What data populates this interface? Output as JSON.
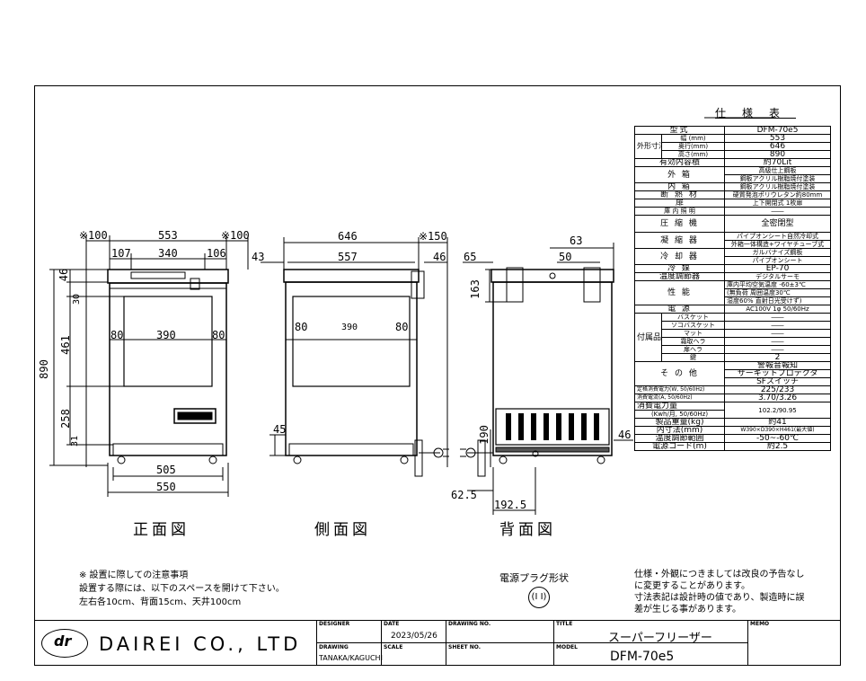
{
  "views": {
    "front_title": "正面図",
    "side_title": "側面図",
    "back_title": "背面図"
  },
  "dims": {
    "front": {
      "clear_left": "※100",
      "width_553": "553",
      "clear_right": "※100",
      "d107": "107",
      "d340": "340",
      "d106": "106",
      "d46": "46",
      "d30": "30",
      "d461": "461",
      "d890": "890",
      "d258": "258",
      "d31": "31",
      "d80a": "80",
      "d390": "390",
      "d80b": "80",
      "d505": "505",
      "d550": "550"
    },
    "side": {
      "d646": "646",
      "clear_back": "※150",
      "d43": "43",
      "d557": "557",
      "d46": "46",
      "d80a": "80",
      "d390": "390",
      "d80b": "80",
      "d45": "45"
    },
    "back": {
      "d63": "63",
      "d65": "65",
      "d50": "50",
      "d163": "163",
      "d190": "190",
      "d46": "46",
      "d62_5": "62.5",
      "d192_5": "192.5"
    }
  },
  "spec": {
    "title": "仕様表",
    "rows": {
      "model_label": "型式",
      "model_value": "DFM-70e5",
      "outer_label": "外形寸法",
      "width_label": "幅 (mm)",
      "width_value": "553",
      "depth_label": "奥行(mm)",
      "depth_value": "646",
      "height_label": "高さ(mm)",
      "height_value": "890",
      "capacity_label": "有効内容積",
      "capacity_value": "約70Lit",
      "outer_box_label": "外 箱",
      "outer_box_v1": "高級仕上鋼板",
      "outer_box_v2": "鋼板アクリル樹脂焼付塗装",
      "inner_box_label": "内 箱",
      "inner_box_value": "鋼板アクリル樹脂焼付塗装",
      "insulation_label": "断 熱 材",
      "insulation_value": "硬質発泡ポリウレタン約80mm",
      "door_label": "扉",
      "door_value": "上下開閉式 1枚扉",
      "lighting_label": "庫 内 照 明",
      "lighting_value": "――",
      "compressor_label": "圧 縮 機",
      "compressor_value": "全密閉型",
      "condenser_label": "凝 縮 器",
      "condenser_v1": "パイプオンシート自然冷却式",
      "condenser_v2": "外箱一体構造+ワイヤチューブ式",
      "cooler_label": "冷 却 器",
      "cooler_v1": "ガルバナイズ鋼板",
      "cooler_v2": "パイプオンシート",
      "refrigerant_label": "冷 媒",
      "refrigerant_value": "EP-70",
      "temp_ctrl_label": "温度調節器",
      "temp_ctrl_value": "デジタルサーモ",
      "performance_label": "性 能",
      "perf_v1": "庫内平均空気温度 -60±3℃",
      "perf_v2": "(無負荷 周囲温度30℃",
      "perf_v3": "湿度60% 直射日光受けず)",
      "power_label": "電 源",
      "power_value": "AC100V 1φ 50/60Hz",
      "accessories_label": "付属品",
      "acc_basket": "バスケット",
      "acc_basket_v": "――",
      "acc_sokobasket": "ソコバスケット",
      "acc_sokobasket_v": "――",
      "acc_mat": "マット",
      "acc_mat_v": "――",
      "acc_frost": "霜取ヘラ",
      "acc_frost_v": "――",
      "acc_door": "扉ヘラ",
      "acc_door_v": "――",
      "acc_key": "鍵",
      "acc_key_v": "2",
      "other_label": "そ の 他",
      "other_v1": "警報音報知",
      "other_v2": "サーキットプロテクタ",
      "other_v3": "SFスイッチ",
      "rated_power_label": "定格消費電力(W, 50/60Hz)",
      "rated_power_value": "225/233",
      "rated_current_label": "消費電流(A, 50/60Hz)",
      "rated_current_value": "3.70/3.26",
      "energy_label_1": "消費電力量",
      "energy_label_2": "(Kwh/月, 50/60Hz)",
      "energy_value": "102.2/90.95",
      "weight_label": "製品重量(kg)",
      "weight_value": "約41",
      "inner_dim_label": "内寸法(mm)",
      "inner_dim_value": "W390×D390×H461(最大値)",
      "temp_range_label": "温度調節範囲",
      "temp_range_value": "-50~-60℃",
      "cord_label": "電源コード(m)",
      "cord_value": "約2.5"
    }
  },
  "notes": {
    "line1": "※ 設置に際しての注意事項",
    "line2": "設置する際には、以下のスペースを開けて下さい。",
    "line3": "左右各10cm、背面15cm、天井100cm"
  },
  "plug": {
    "title": "電源プラグ形状",
    "symbol": "(I I)"
  },
  "remarks": {
    "line1": "仕様・外観につきましては改良の予告なし",
    "line2": "に変更することがあります。",
    "line3": "寸法表記は設計時の値であり、製造時に誤",
    "line4": "差が生じる事があります。"
  },
  "titleblock": {
    "company": "DAIREI CO., LTD",
    "logo_text": "dr",
    "designer_h": "DESIGNER",
    "date_h": "DATE",
    "date_v": "2023/05/26",
    "drawing_no_h": "DRAWING NO.",
    "title_h": "TITLE",
    "title_v": "スーパーフリーザー",
    "memo_h": "MEMO",
    "drawing_h": "DRAWING",
    "drawing_v": "TANAKA/KAGUCHI",
    "scale_h": "SCALE",
    "sheet_h": "SHEET NO.",
    "model_h": "MODEL",
    "model_v": "DFM-70e5"
  }
}
